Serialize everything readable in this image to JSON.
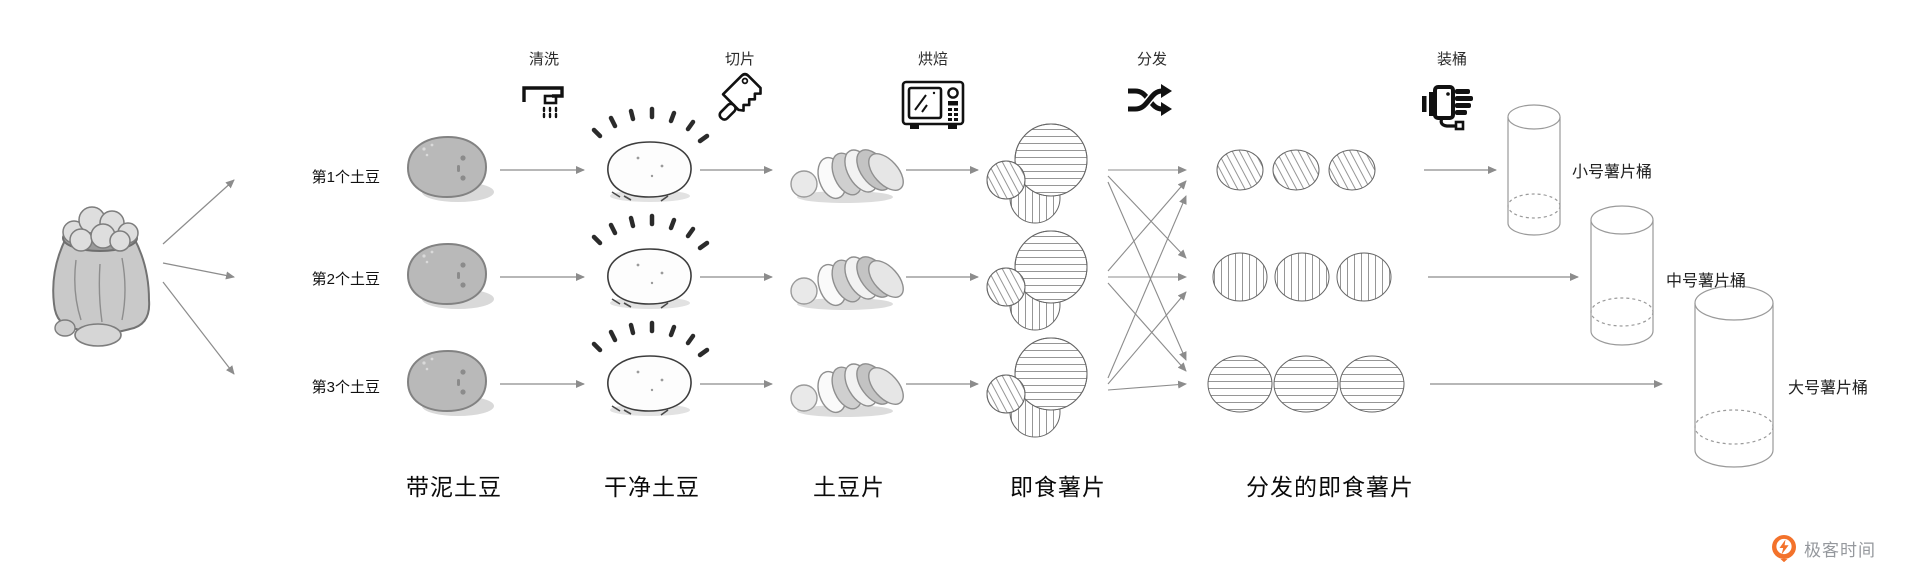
{
  "diagram_title": "potato-chip-processing-pipeline",
  "stations": {
    "wash": "清洗",
    "slice": "切片",
    "bake": "烘焙",
    "distribute": "分发",
    "pack": "装桶"
  },
  "rows": [
    {
      "label": "第1个土豆"
    },
    {
      "label": "第2个土豆"
    },
    {
      "label": "第3个土豆"
    }
  ],
  "stage_labels": {
    "muddy": "带泥土豆",
    "clean": "干净土豆",
    "sliced": "土豆片",
    "baked": "即食薯片",
    "distributed": "分发的即食薯片"
  },
  "buckets": [
    {
      "size": "small",
      "label": "小号薯片桶"
    },
    {
      "size": "medium",
      "label": "中号薯片桶"
    },
    {
      "size": "large",
      "label": "大号薯片桶"
    }
  ],
  "logo": {
    "name": "极客时间",
    "icon_color": "#F3722B",
    "text_color": "#95989d"
  },
  "colors": {
    "arrow": "#8c8c8c",
    "outline": "#666666",
    "icon": "#111111",
    "hatch": "#8a8a8a"
  }
}
